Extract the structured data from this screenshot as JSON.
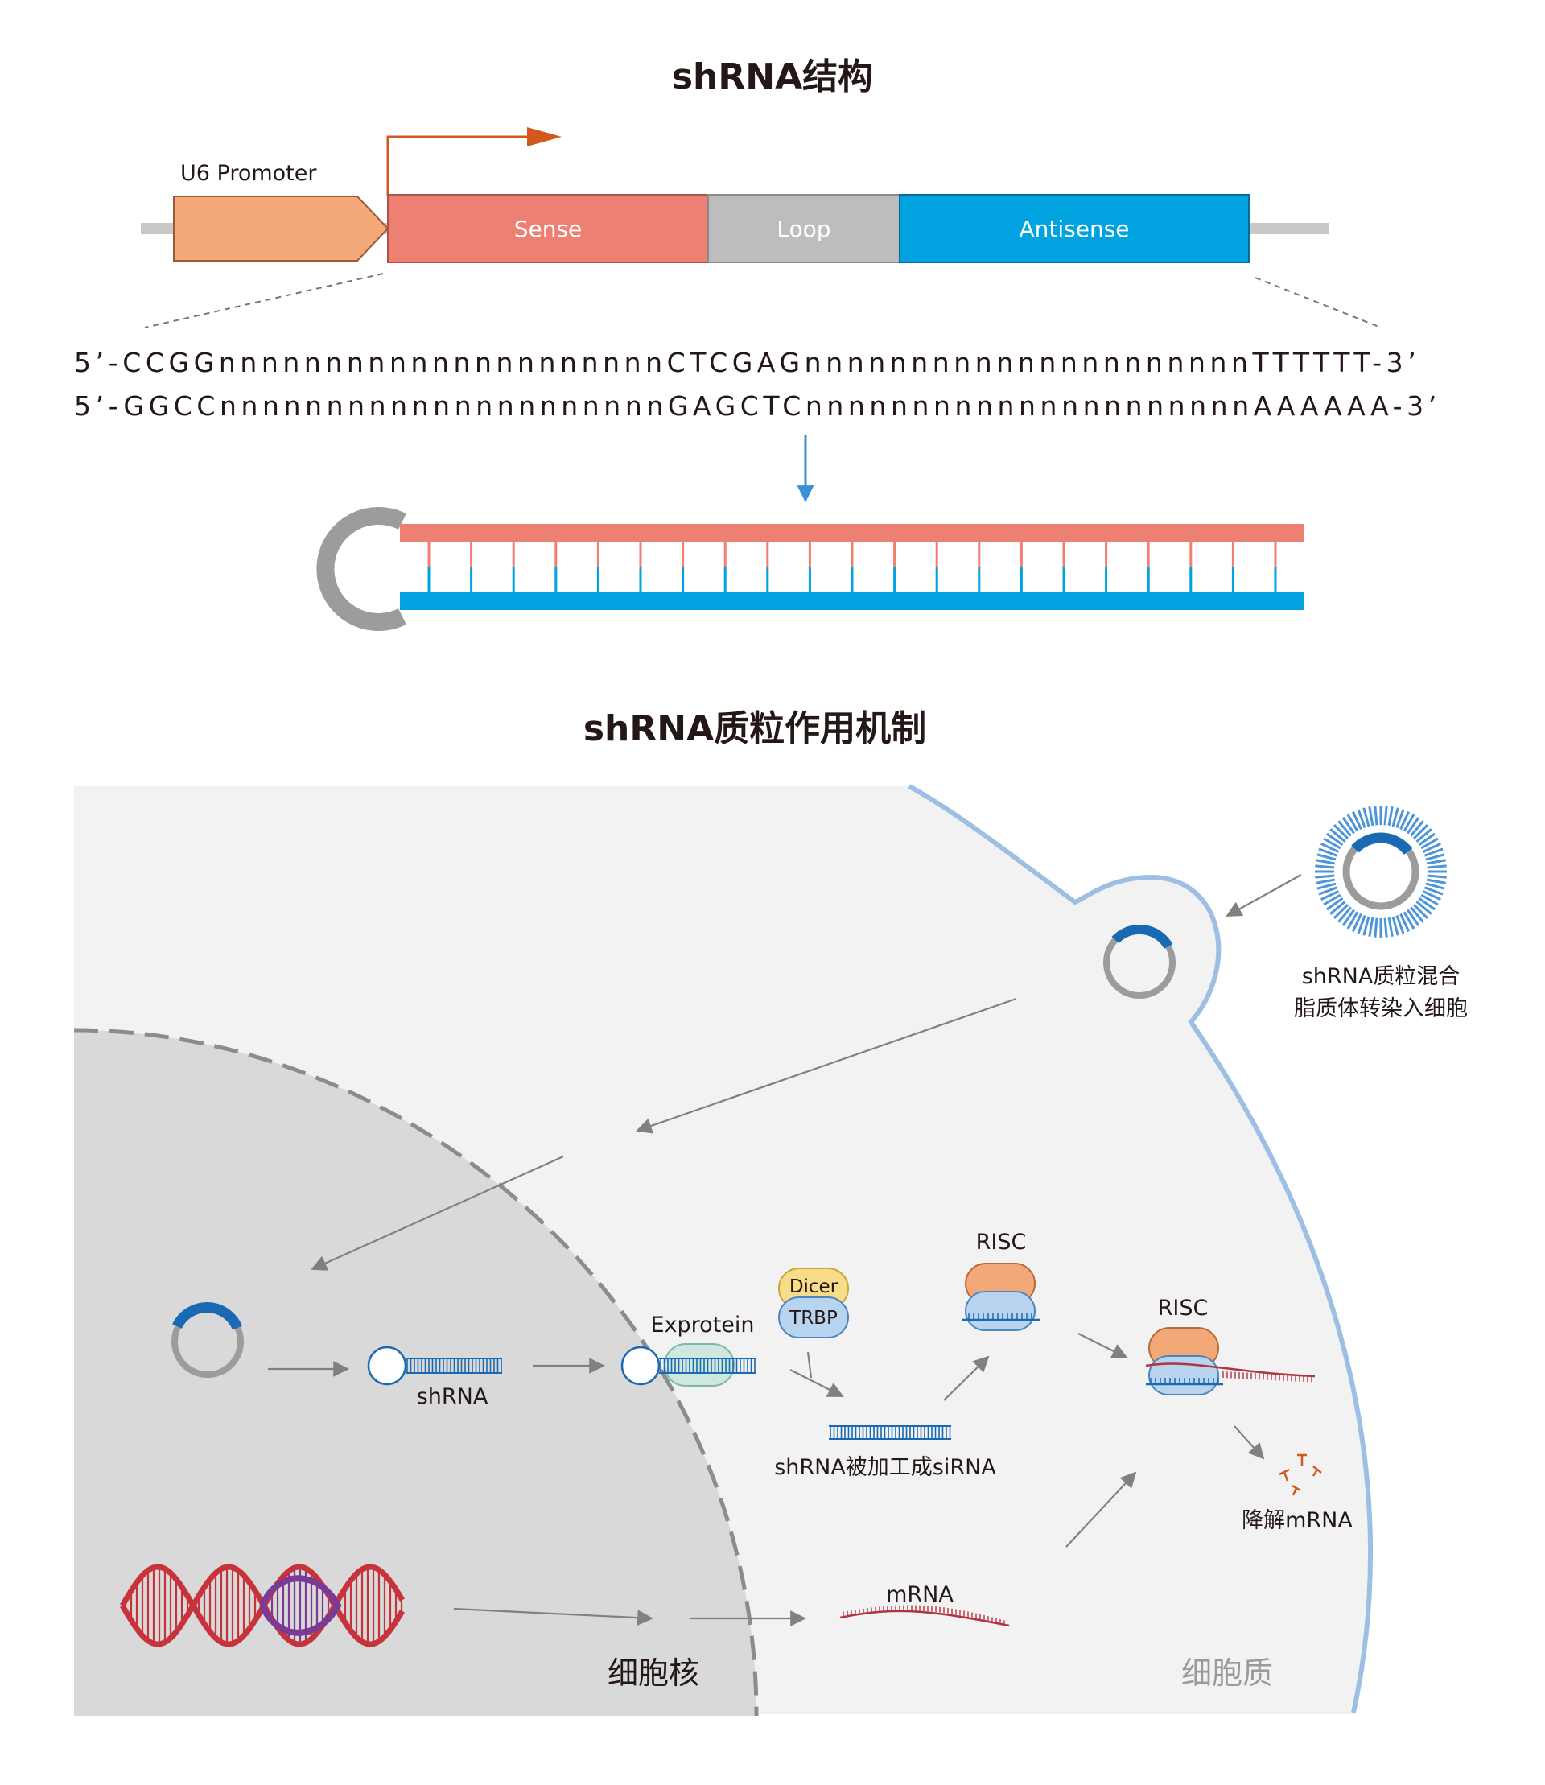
{
  "titles": {
    "structure": "shRNA结构",
    "mechanism": "shRNA质粒作用机制"
  },
  "construct": {
    "promoter": "U6 Promoter",
    "sense": "Sense",
    "loop": "Loop",
    "antisense": "Antisense"
  },
  "sequence": {
    "line1": "5’-CCGGnnnnnnnnnnnnnnnnnnnnnCTCGAGnnnnnnnnnnnnnnnnnnnnnTTTTTT-3’",
    "line2": "5’-GGCCnnnnnnnnnnnnnnnnnnnnnGAGCTCnnnnnnnnnnnnnnnnnnnnnAAAAAA-3’"
  },
  "mechanism": {
    "transfection_line1": "shRNA质粒混合",
    "transfection_line2": "脂质体转染入细胞",
    "shrna": "shRNA",
    "exprotein": "Exprotein",
    "dicer": "Dicer",
    "trbp": "TRBP",
    "processed": "shRNA被加工成siRNA",
    "risc1": "RISC",
    "risc2": "RISC",
    "degrade": "降解mRNA",
    "mrna": "mRNA",
    "nucleus": "细胞核",
    "cytoplasm": "细胞质"
  },
  "colors": {
    "promoter": "#f4a97b",
    "sense": "#ee7f73",
    "loop": "#bdbdbd",
    "antisense": "#00a3e0",
    "arrow_orange": "#d4581e",
    "membrane": "#9dbfe3",
    "nucleus": "#d9d9d9",
    "cell": "#f2f2f2",
    "plasmid_blue": "#1a69b3",
    "dicer": "#f7dc8a",
    "trbp": "#b9d4ee",
    "risc_top": "#f2a877",
    "exprotein": "#cfe8df"
  }
}
